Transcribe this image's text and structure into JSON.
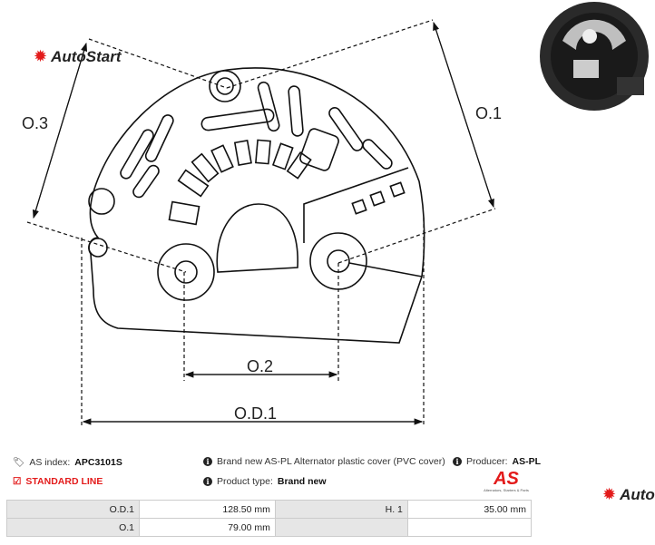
{
  "brand": {
    "logo_text": "AutoStart",
    "color": "#e31b1b"
  },
  "diagram": {
    "labels": {
      "o3": "O.3",
      "o1": "O.1",
      "o2": "O.2",
      "od1": "O.D.1"
    }
  },
  "info": {
    "as_index_label": "AS index:",
    "as_index_value": "APC3101S",
    "standard_line": "STANDARD LINE",
    "description": "Brand new AS-PL Alternator plastic cover (PVC cover)",
    "product_type_label": "Product type:",
    "product_type_value": "Brand new",
    "producer_label": "Producer:",
    "producer_value": "AS-PL",
    "producer_logo": "AS",
    "producer_logo_sub": "Alternators, Starters & Parts"
  },
  "specs": {
    "rows": [
      {
        "l1": "O.D.1",
        "v1": "128.50 mm",
        "l2": "H. 1",
        "v2": "35.00 mm"
      },
      {
        "l1": "O.1",
        "v1": "79.00 mm",
        "l2": "",
        "v2": ""
      }
    ]
  },
  "watermark": {
    "text": "AutoSt"
  }
}
